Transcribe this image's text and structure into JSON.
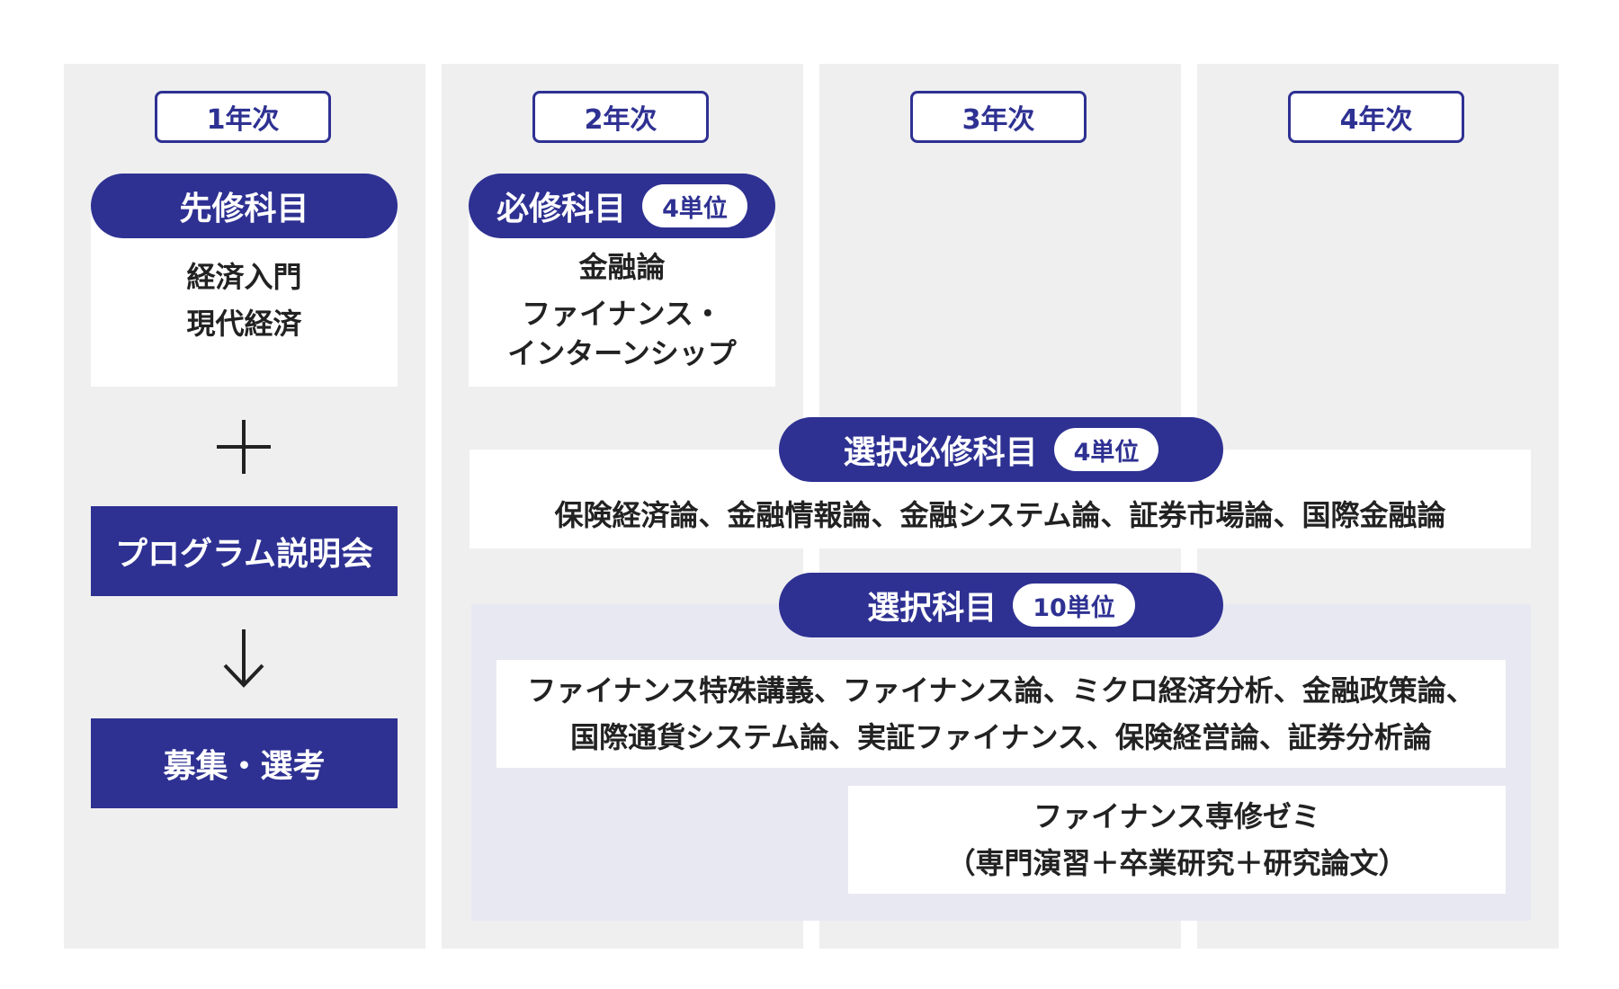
{
  "years": [
    "1年次",
    "2年次",
    "3年次",
    "4年次"
  ],
  "year1": {
    "prereq_label": "先修科目",
    "prereq_courses": [
      "経済入門",
      "現代経済"
    ],
    "plus_symbol": "＋",
    "info_session_label": "プログラム説明会",
    "arrow_symbol": "↓",
    "selection_label": "募集・選考"
  },
  "required": {
    "label": "必修科目",
    "units": "4単位",
    "courses": [
      "金融論",
      "ファイナンス・",
      "インターンシップ"
    ]
  },
  "elective_required": {
    "label": "選択必修科目",
    "units": "4単位",
    "courses": "保険経済論、金融情報論、金融システム論、証券市場論、国際金融論"
  },
  "elective": {
    "label": "選択科目",
    "units": "10単位",
    "courses_lines": [
      "ファイナンス特殊講義、ファイナンス論、ミクロ経済分析、金融政策論、",
      "国際通貨システム論、実証ファイナンス、保険経営論、証券分析論"
    ],
    "seminar_lines": [
      "ファイナンス専修ゼミ",
      "（専門演習＋卒業研究＋研究論文）"
    ]
  },
  "colors": {
    "navy": "#2e3192",
    "column_bg": "#efefef",
    "elective_bg": "#e8e8f3"
  }
}
